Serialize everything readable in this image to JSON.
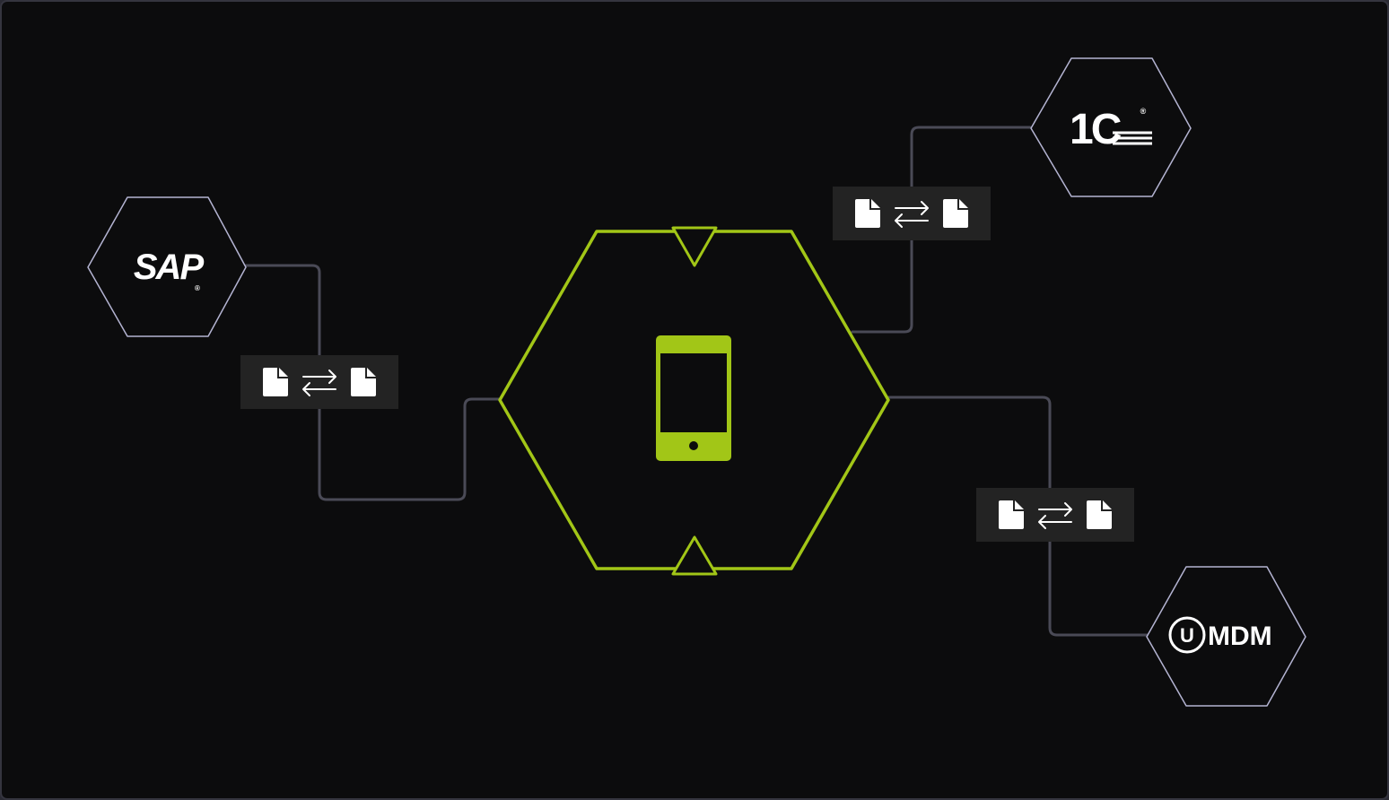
{
  "nodes": {
    "sap": {
      "label": "SAP",
      "mark": "®"
    },
    "onec": {
      "label": "1С",
      "mark": "®"
    },
    "umdm": {
      "badge": "U",
      "label": "MDM"
    }
  },
  "exchange_icons": [
    "document-icon",
    "swap-arrows-icon",
    "document-icon"
  ],
  "colors": {
    "background": "#0c0c0d",
    "accent": "#a2c617",
    "hex_stroke": "#b4b4d2",
    "connector": "#4a4a56",
    "exchange_box": "#232323"
  }
}
